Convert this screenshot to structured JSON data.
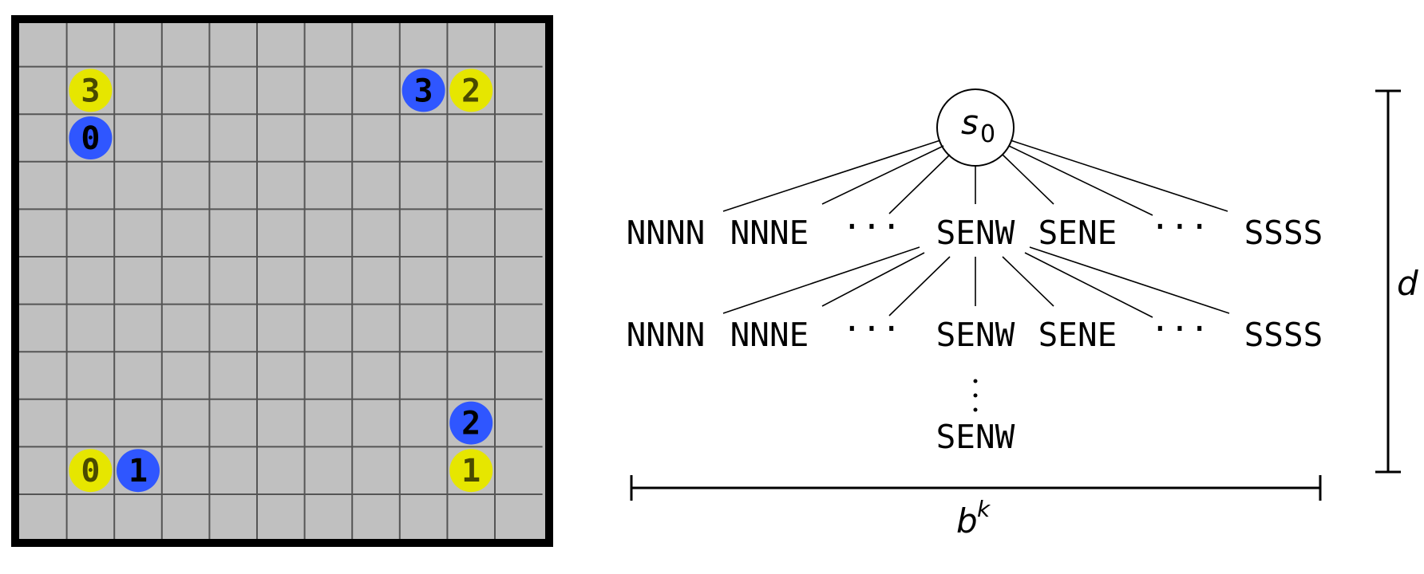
{
  "grid": {
    "rows": 11,
    "cols": 11,
    "cell_color": "#c0c0c0",
    "line_color": "#555555",
    "border_color": "#000000"
  },
  "agents": [
    {
      "team": "yellow",
      "label": "3",
      "row": 1,
      "col": 1
    },
    {
      "team": "blue",
      "label": "0",
      "row": 2,
      "col": 1
    },
    {
      "team": "blue",
      "label": "3",
      "row": 1,
      "col": 8
    },
    {
      "team": "yellow",
      "label": "2",
      "row": 1,
      "col": 9
    },
    {
      "team": "blue",
      "label": "2",
      "row": 8,
      "col": 9
    },
    {
      "team": "yellow",
      "label": "0",
      "row": 9,
      "col": 1
    },
    {
      "team": "blue",
      "label": "1",
      "row": 9,
      "col": 2
    },
    {
      "team": "yellow",
      "label": "1",
      "row": 9,
      "col": 9
    }
  ],
  "team_colors": {
    "yellow": {
      "fill": "#e6e600",
      "text": "#4a4a00"
    },
    "blue": {
      "fill": "#2f56ff",
      "text": "#000000"
    }
  },
  "tree": {
    "root_label": "s",
    "root_subscript": "0",
    "level1": [
      "NNNN",
      "NNNE",
      "···",
      "SENW",
      "SENE",
      "···",
      "SSSS"
    ],
    "level2": [
      "NNNN",
      "NNNE",
      "···",
      "SENW",
      "SENE",
      "···",
      "SSSS"
    ],
    "continuation": "⋮",
    "leaf": "SENW",
    "width_label_base": "b",
    "width_label_exponent": "k",
    "depth_label": "d"
  }
}
